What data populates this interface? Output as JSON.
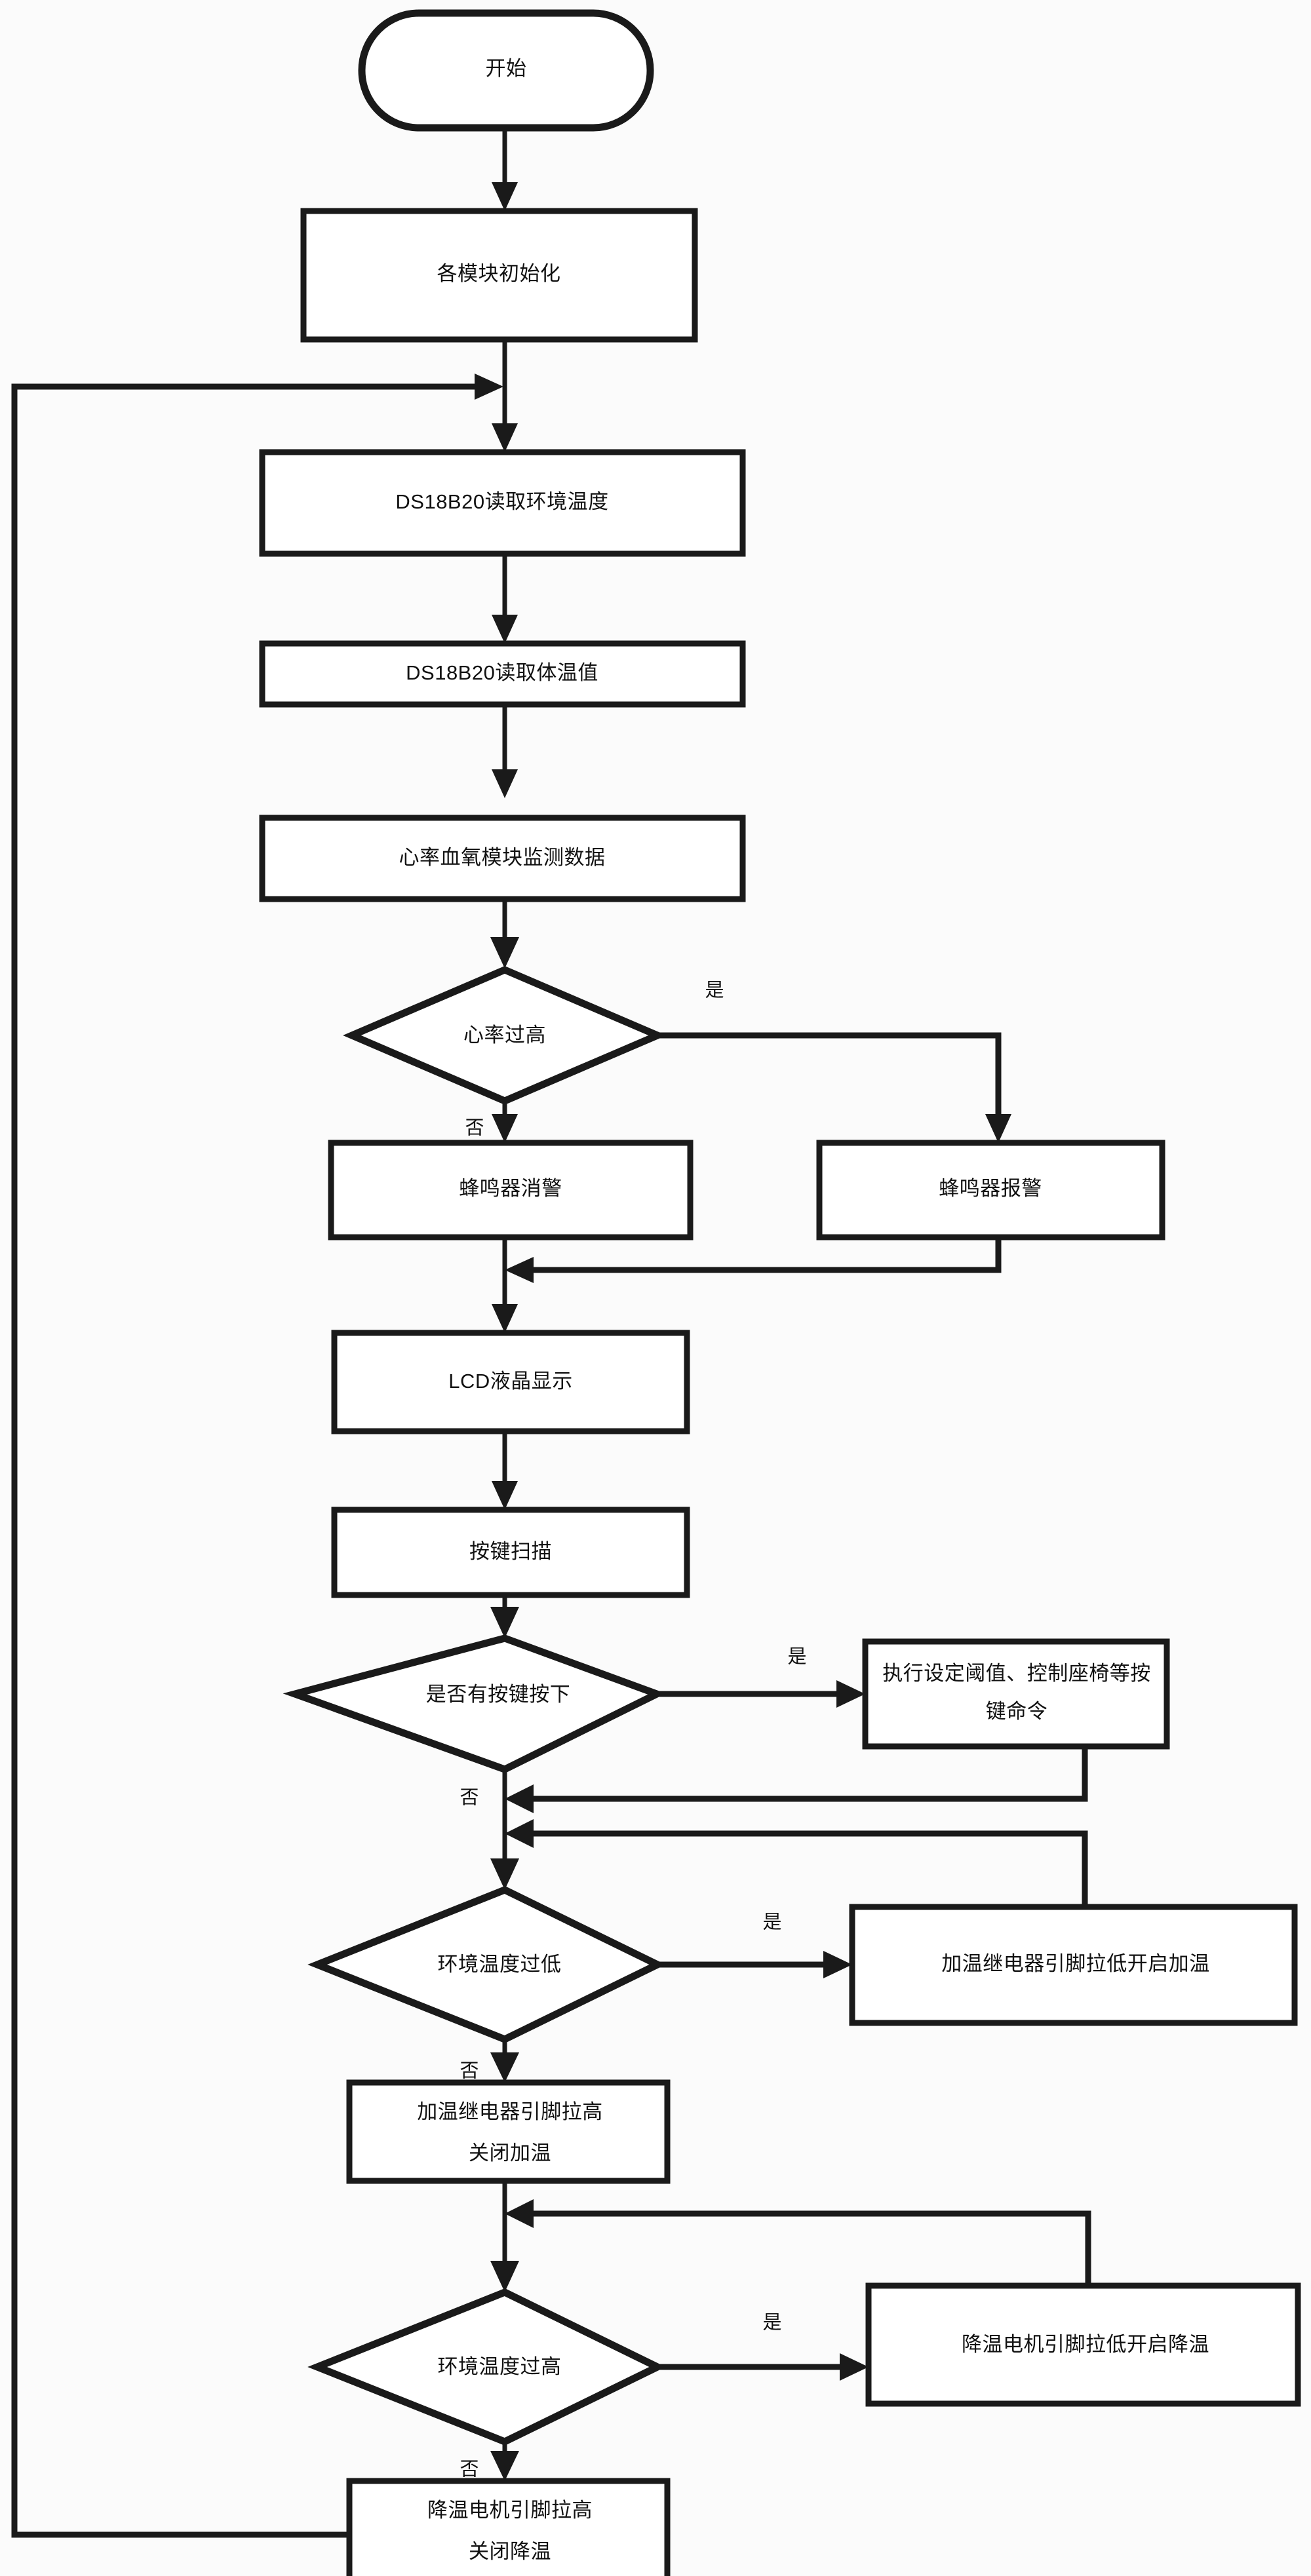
{
  "diagram": {
    "type": "flowchart",
    "orientation": "top-to-bottom",
    "title_text": "",
    "colors": {
      "background": "#fbfbfb",
      "node_fill": "#ffffff",
      "stroke": "#1a1a1a",
      "text": "#111111"
    },
    "nodes": [
      {
        "id": "start",
        "shape": "terminator",
        "label": "开始"
      },
      {
        "id": "init",
        "shape": "process",
        "label": "各模块初始化"
      },
      {
        "id": "read_env",
        "shape": "process",
        "label": "DS18B20读取环境温度"
      },
      {
        "id": "read_body",
        "shape": "process",
        "label": "DS18B20读取体温值"
      },
      {
        "id": "spo2",
        "shape": "process",
        "label": "心率血氧模块监测数据"
      },
      {
        "id": "hr_high",
        "shape": "decision",
        "label": "心率过高"
      },
      {
        "id": "buzzer_off",
        "shape": "process",
        "label": "蜂鸣器消警"
      },
      {
        "id": "buzzer_on",
        "shape": "process",
        "label": "蜂鸣器报警"
      },
      {
        "id": "lcd",
        "shape": "process",
        "label": "LCD液晶显示"
      },
      {
        "id": "key_scan",
        "shape": "process",
        "label": "按键扫描"
      },
      {
        "id": "key_pressed",
        "shape": "decision",
        "label": "是否有按键按下"
      },
      {
        "id": "key_cmd",
        "shape": "process",
        "label": "执行设定阈值、控制座椅等按键命令",
        "lines": [
          "执行设定阈值、控制座椅等按",
          "键命令"
        ]
      },
      {
        "id": "temp_low",
        "shape": "decision",
        "label": "环境温度过低"
      },
      {
        "id": "heat_on",
        "shape": "process",
        "label": "加温继电器引脚拉低开启加温"
      },
      {
        "id": "heat_off",
        "shape": "process",
        "label": "加温继电器引脚拉高关闭加温",
        "lines": [
          "加温继电器引脚拉高",
          "关闭加温"
        ]
      },
      {
        "id": "temp_high",
        "shape": "decision",
        "label": "环境温度过高"
      },
      {
        "id": "cool_on",
        "shape": "process",
        "label": "降温电机引脚拉低开启降温"
      },
      {
        "id": "cool_off",
        "shape": "process",
        "label": "降温电机引脚拉高关闭降温",
        "lines": [
          "降温电机引脚拉高",
          "关闭降温"
        ]
      }
    ],
    "edge_labels": {
      "yes": "是",
      "no": "否"
    },
    "edges": [
      {
        "from": "start",
        "to": "init",
        "label": ""
      },
      {
        "from": "init",
        "to": "read_env",
        "label": ""
      },
      {
        "from": "read_env",
        "to": "read_body",
        "label": ""
      },
      {
        "from": "read_body",
        "to": "spo2",
        "label": ""
      },
      {
        "from": "spo2",
        "to": "hr_high",
        "label": ""
      },
      {
        "from": "hr_high",
        "to": "buzzer_on",
        "label": "是"
      },
      {
        "from": "hr_high",
        "to": "buzzer_off",
        "label": "否"
      },
      {
        "from": "buzzer_on",
        "to": "lcd",
        "label": ""
      },
      {
        "from": "buzzer_off",
        "to": "lcd",
        "label": ""
      },
      {
        "from": "lcd",
        "to": "key_scan",
        "label": ""
      },
      {
        "from": "key_scan",
        "to": "key_pressed",
        "label": ""
      },
      {
        "from": "key_pressed",
        "to": "key_cmd",
        "label": "是"
      },
      {
        "from": "key_pressed",
        "to": "temp_low",
        "label": "否"
      },
      {
        "from": "key_cmd",
        "to": "temp_low",
        "label": ""
      },
      {
        "from": "temp_low",
        "to": "heat_on",
        "label": "是"
      },
      {
        "from": "temp_low",
        "to": "heat_off",
        "label": "否"
      },
      {
        "from": "heat_on",
        "to": "temp_low",
        "label": ""
      },
      {
        "from": "heat_off",
        "to": "temp_high",
        "label": ""
      },
      {
        "from": "temp_high",
        "to": "cool_on",
        "label": "是"
      },
      {
        "from": "temp_high",
        "to": "cool_off",
        "label": "否"
      },
      {
        "from": "cool_on",
        "to": "temp_high",
        "label": ""
      },
      {
        "from": "cool_off",
        "to": "read_env",
        "label": ""
      }
    ]
  }
}
